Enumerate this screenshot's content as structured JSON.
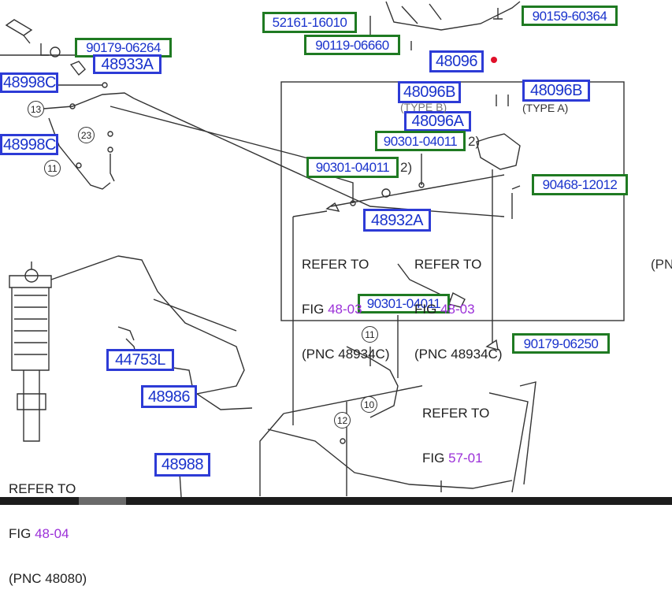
{
  "part_labels": [
    {
      "id": "p1",
      "text": "52161-16010",
      "style": "green"
    },
    {
      "id": "p2",
      "text": "90159-60364",
      "style": "green"
    },
    {
      "id": "p3",
      "text": "90179-06264",
      "style": "green"
    },
    {
      "id": "p4",
      "text": "90119-06660",
      "style": "green"
    },
    {
      "id": "p5",
      "text": "48933A",
      "style": "blue"
    },
    {
      "id": "p6",
      "text": "48096",
      "style": "blue"
    },
    {
      "id": "p7",
      "text": "48998C",
      "style": "blue"
    },
    {
      "id": "p8",
      "text": "48096B",
      "style": "blue"
    },
    {
      "id": "p9",
      "text": "48096B",
      "style": "blue"
    },
    {
      "id": "p10",
      "text": "48096A",
      "style": "blue"
    },
    {
      "id": "p11",
      "text": "90301-04011",
      "style": "green"
    },
    {
      "id": "p12",
      "text": "48998C",
      "style": "blue"
    },
    {
      "id": "p13",
      "text": "90301-04011",
      "style": "green"
    },
    {
      "id": "p14",
      "text": "90468-12012",
      "style": "green"
    },
    {
      "id": "p15",
      "text": "48932A",
      "style": "blue"
    },
    {
      "id": "p16",
      "text": "90301-04011",
      "style": "green"
    },
    {
      "id": "p17",
      "text": "90179-06250",
      "style": "green"
    },
    {
      "id": "p18",
      "text": "44753L",
      "style": "blue"
    },
    {
      "id": "p19",
      "text": "48986",
      "style": "blue"
    },
    {
      "id": "p20",
      "text": "48988",
      "style": "blue"
    }
  ],
  "notes": [
    {
      "id": "n1",
      "lines": [
        "REFER TO",
        "FIG "
      ],
      "fig": "48-03",
      "pnc": "(PNC 48934C)"
    },
    {
      "id": "n2",
      "lines": [
        "REFER TO",
        "FIG "
      ],
      "fig": "48-03",
      "pnc": "(PNC 48934C)"
    },
    {
      "id": "n3",
      "lines": [
        "REFER TO",
        "FIG "
      ],
      "fig": "57-01",
      "pnc": ""
    },
    {
      "id": "n4",
      "lines": [
        "REFER TO",
        "FIG "
      ],
      "fig": "48-04",
      "pnc": "(PNC 48080)"
    }
  ],
  "small_texts": {
    "type_a": "(TYPE A)",
    "type_b": "(TYPE B)",
    "qty1": "2)",
    "qty2": "2)",
    "edge_pnc": "(PN"
  },
  "callouts": [
    "13",
    "23",
    "11",
    "11",
    "10",
    "12"
  ],
  "colors": {
    "blue_border": "#2d3bd6",
    "green_border": "#1f7a22",
    "label_text": "#1a33cc",
    "fig_ref": "#9b30d8",
    "marker": "#e0102a"
  }
}
